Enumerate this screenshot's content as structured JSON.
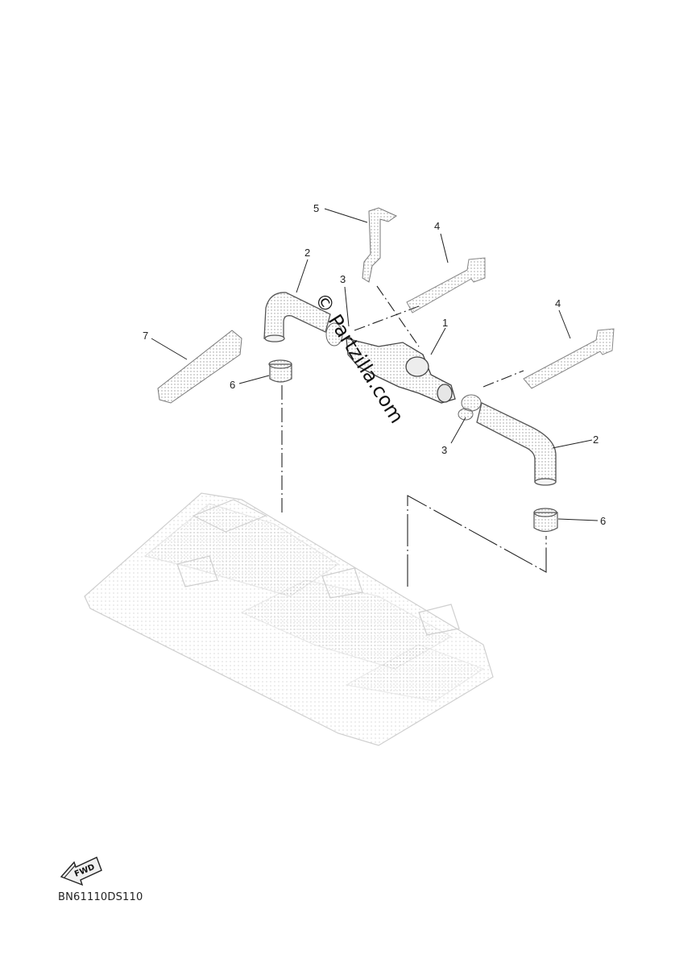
{
  "diagram": {
    "callouts": [
      {
        "id": "c5",
        "text": "5"
      },
      {
        "id": "c4a",
        "text": "4"
      },
      {
        "id": "c2a",
        "text": "2"
      },
      {
        "id": "c3a",
        "text": "3"
      },
      {
        "id": "c1",
        "text": "1"
      },
      {
        "id": "c4b",
        "text": "4"
      },
      {
        "id": "c7",
        "text": "7"
      },
      {
        "id": "c6a",
        "text": "6"
      },
      {
        "id": "c2b",
        "text": "2"
      },
      {
        "id": "c3b",
        "text": "3"
      },
      {
        "id": "c6b",
        "text": "6"
      }
    ],
    "watermark": "© Partzilla.com",
    "fwd_label": "FWD",
    "drawing_code": "BN61110DS110"
  },
  "colors": {
    "line": "#222222",
    "part_fill": "#f2f2f2",
    "part_stroke": "#555555",
    "faint": "#c8c8c8"
  }
}
